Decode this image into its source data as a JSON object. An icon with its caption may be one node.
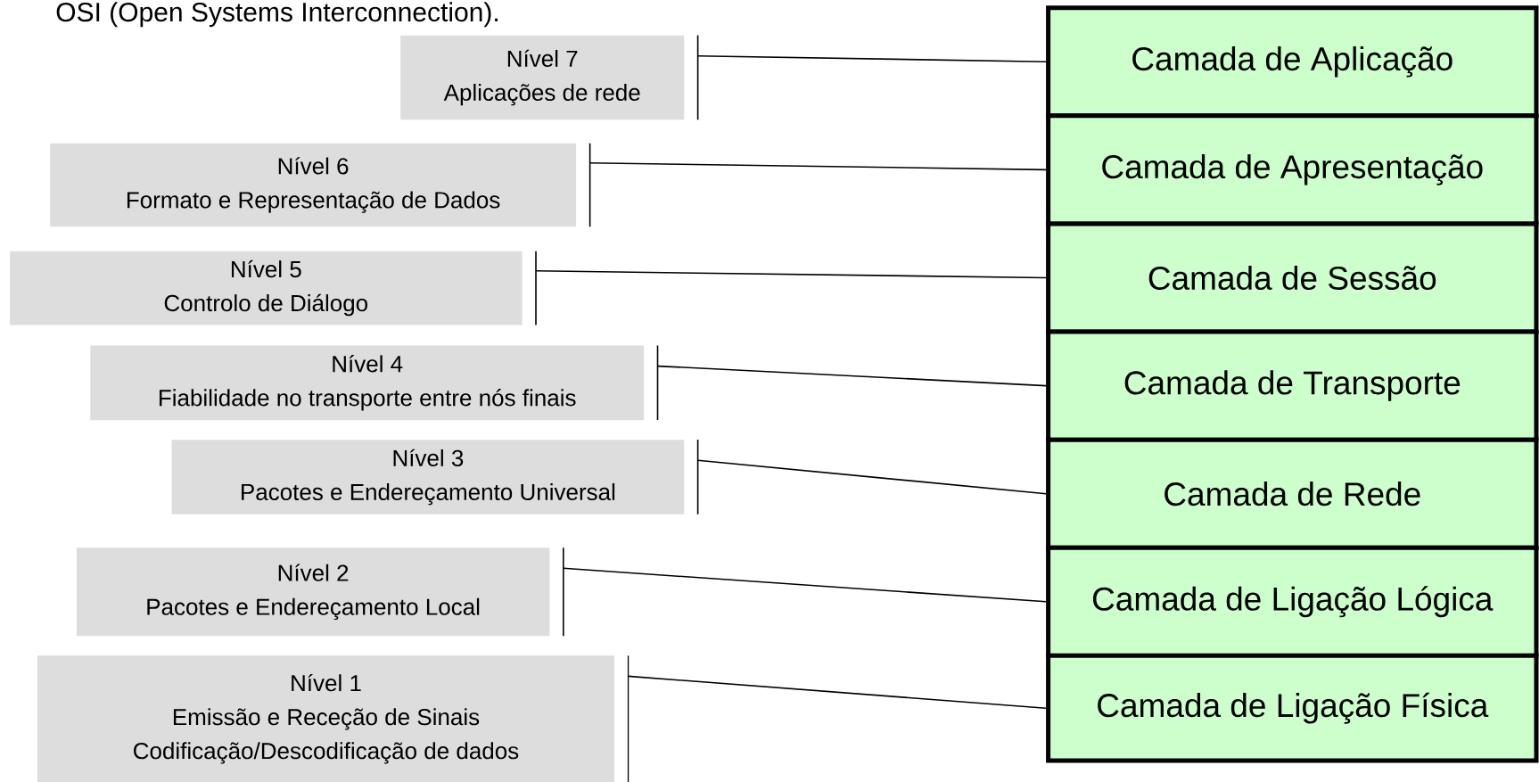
{
  "diagram": {
    "title": "OSI (Open Systems Interconnection).",
    "nodes": [
      {
        "text": [
          "Nível 7",
          "Aplicações de rede"
        ]
      },
      {
        "text": [
          "Camada de Aplicação"
        ]
      },
      {
        "text": [
          "Nível 6",
          "Formato e Representação de Dados"
        ]
      },
      {
        "text": [
          "Camada de Apresentação"
        ]
      },
      {
        "text": [
          "Nível 5",
          "Controlo de Diálogo"
        ]
      },
      {
        "text": [
          "Camada de Sessão"
        ]
      },
      {
        "text": [
          "Nível 4",
          "Fiabilidade no transporte entre nós finais"
        ]
      },
      {
        "text": [
          "Camada de Transporte"
        ]
      },
      {
        "text": [
          "Nível 3",
          "Pacotes e Endereçamento Universal"
        ]
      },
      {
        "text": [
          "Camada de Rede"
        ]
      },
      {
        "text": [
          "Nível 2",
          "Pacotes e Endereçamento Local"
        ]
      },
      {
        "text": [
          "Camada de Ligação Lógica"
        ]
      },
      {
        "text": [
          "Nível 1",
          "Emissão e Receção de Sinais",
          "Codificação/Descodificação de dados"
        ]
      },
      {
        "text": [
          "Camada de Ligação Física"
        ]
      }
    ],
    "edges": [
      {
        "from": 0,
        "to": 1,
        "arrow": "none"
      },
      {
        "from": 2,
        "to": 3,
        "arrow": "none"
      },
      {
        "from": 4,
        "to": 5,
        "arrow": "none"
      },
      {
        "from": 6,
        "to": 7,
        "arrow": "none"
      },
      {
        "from": 8,
        "to": 9,
        "arrow": "none"
      },
      {
        "from": 10,
        "to": 11,
        "arrow": "none"
      },
      {
        "from": 12,
        "to": 13,
        "arrow": "none"
      }
    ]
  }
}
